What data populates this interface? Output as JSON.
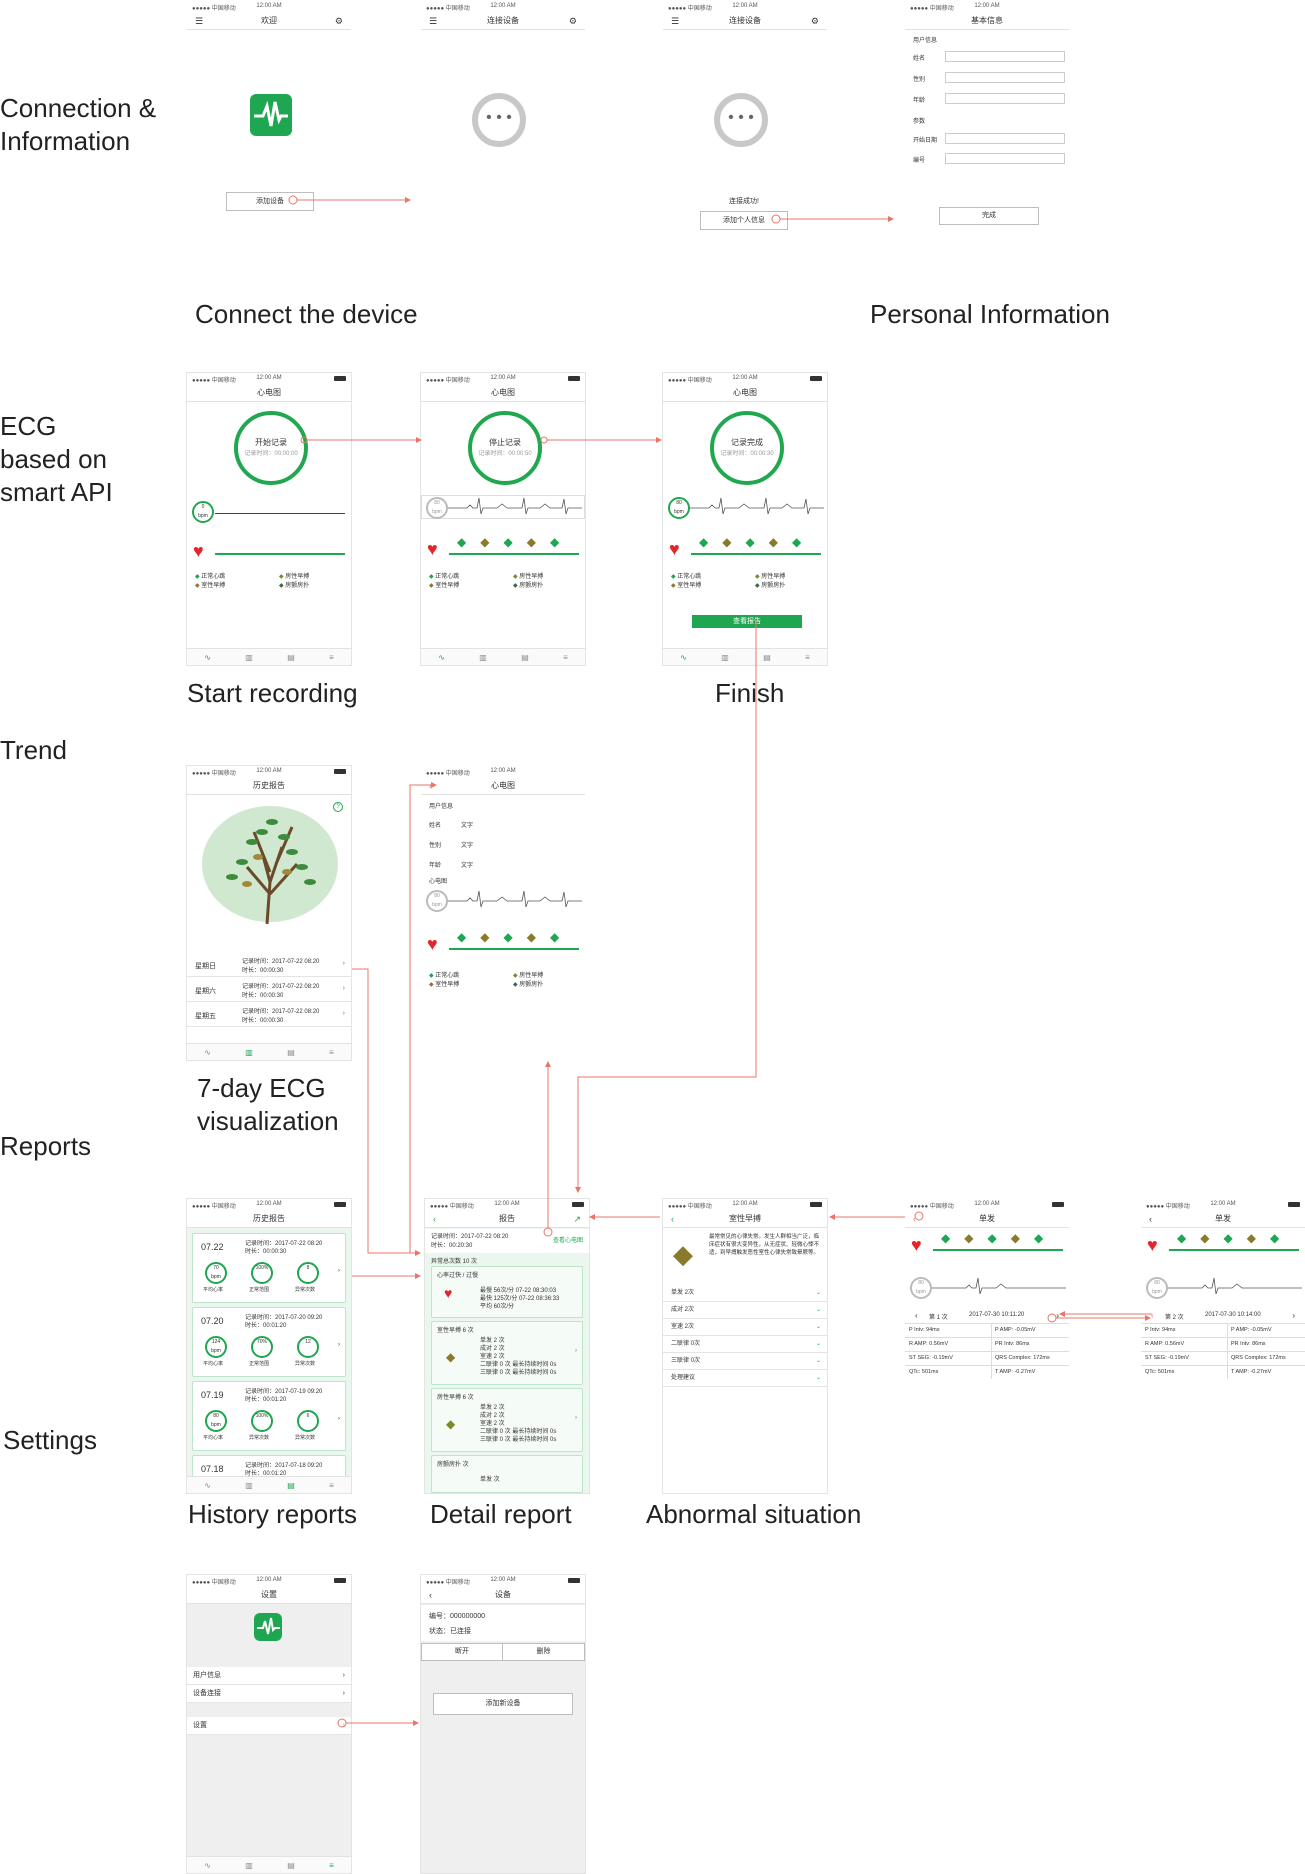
{
  "status_bar": {
    "carrier": "●●●●● 中国移动",
    "time": "12:00 AM"
  },
  "sections": {
    "connection": "Connection &\nInformation",
    "ecg": "ECG\nbased on\nsmart API",
    "trend": "Trend",
    "reports": "Reports",
    "settings": "Settings"
  },
  "captions": {
    "connect": "Connect the device",
    "personal": "Personal Information",
    "start": "Start recording",
    "finish": "Finish",
    "seven_day": "7-day ECG\nvisualization",
    "history": "History reports",
    "detail": "Detail report",
    "abnormal": "Abnormal situation"
  },
  "screens": {
    "welcome": {
      "title": "欢迎",
      "button": "添加设备"
    },
    "connecting": {
      "title": "连接设备"
    },
    "connected": {
      "title": "连接设备",
      "status": "连接成功!",
      "button": "添加个人信息"
    },
    "basic_info": {
      "title": "基本信息",
      "group1": "用户信息",
      "name": "姓名",
      "gender": "性别",
      "age": "年龄",
      "group2": "参数",
      "start_date": "开始日期",
      "code": "编号",
      "done": "完成"
    },
    "ecg_start": {
      "title": "心电图",
      "ring_main": "开始记录",
      "ring_sub": "记录时间：00:00:00",
      "bpm": "0\nbpm"
    },
    "ecg_stop": {
      "title": "心电图",
      "ring_main": "停止记录",
      "ring_sub": "记录时间：00:00:50",
      "bpm": "80\nbpm"
    },
    "ecg_done": {
      "title": "心电图",
      "ring_main": "记录完成",
      "ring_sub": "记录时间：00:00:30",
      "bpm": "80\nbpm",
      "button": "查看报告"
    },
    "legend": [
      "正常心跳",
      "室性早搏",
      "房性早搏",
      "房颤房扑"
    ],
    "trend": {
      "title": "历史报告",
      "rows": [
        {
          "day": "星期日",
          "time": "记录时间：2017-07-22 08:20",
          "dur": "时长：00:00:30"
        },
        {
          "day": "星期六",
          "time": "记录时间：2017-07-22 08:20",
          "dur": "时长：00:00:30"
        },
        {
          "day": "星期五",
          "time": "记录时间：2017-07-22 08:20",
          "dur": "时长：00:00:30"
        }
      ]
    },
    "user_ecg": {
      "title": "心电图",
      "group": "用户信息",
      "name": "姓名",
      "gender": "性别",
      "age": "年龄",
      "value": "文字",
      "ecg": "心电图",
      "bpm": "80\nbpm"
    },
    "history": {
      "title": "历史报告",
      "items": [
        {
          "date": "07.22",
          "time": "记录时间：2017-07-22 08:20",
          "dur": "时长：00:00:30",
          "c1": "70\nbpm",
          "c2": "100%",
          "c3": "8",
          "l1": "平均心率",
          "l2": "正常范围",
          "l3": "异常次数"
        },
        {
          "date": "07.20",
          "time": "记录时间：2017-07-20 09:20",
          "dur": "时长：00:01:20",
          "c1": "124\nbpm",
          "c2": "70%",
          "c3": "12",
          "l1": "平均心率",
          "l2": "正常范围",
          "l3": "异常次数"
        },
        {
          "date": "07.19",
          "time": "记录时间：2017-07-19 09:20",
          "dur": "时长：00:01:20",
          "c1": "80\nbpm",
          "c2": "100%",
          "c3": "6",
          "l1": "平均心率",
          "l2": "异常次数",
          "l3": "异常次数"
        },
        {
          "date": "07.18",
          "time": "记录时间：2017-07-18 09:20",
          "dur": "时长：00:01:20"
        }
      ]
    },
    "detail": {
      "title": "报告",
      "time": "记录时间：2017-07-22 08:20",
      "dur": "时长：00:20:30",
      "link": "查看心电图",
      "abnormal_total": "异常总次数 10 次",
      "card1_title": "心率过快 / 过慢",
      "card1_l1": "最慢 56次/分   07-22 08:30:03",
      "card1_l2": "最快 125次/分 07-22 08:36:33",
      "card1_l3": "平均 60次/分",
      "card2_title": "室性早搏 6 次",
      "card2_lines": [
        "单发 2 次",
        "成对 2 次",
        "室速 2 次",
        "二联律 0 次  最长持续时间 0s",
        "三联律 0 次  最长持续时间 0s"
      ],
      "card3_title": "房性早搏 6 次",
      "card3_lines": [
        "单发 2 次",
        "成对 2 次",
        "室速 2 次",
        "二联律 0 次  最长持续时间 0s",
        "三联律 0 次  最长持续时间 0s"
      ],
      "card4_title": "房颤房扑   次",
      "card4_line": "单发     次"
    },
    "abnormal": {
      "title": "室性早搏",
      "desc": "最常常见的心律失常。发生人群相当广泛，临床症状有很大变异性，从无症状、轻微心悸不适，到早搏触发恶性室性心律失常致晕厥等。",
      "rows": [
        "单发 2次",
        "成对 2次",
        "室速 2次",
        "二联律 0次",
        "三联律 0次",
        "处理建议"
      ]
    },
    "single1": {
      "title": "单发",
      "nav": "第 1 次",
      "time": "2017-07-30   10:11:20"
    },
    "single2": {
      "title": "单发",
      "nav": "第 2 次",
      "time": "2017-07-30   10:14:00"
    },
    "params": [
      [
        "P Intv: 94ms",
        "P AMP: -0.05mV"
      ],
      [
        "R AMP: 0.56mV",
        "PR Intv: 86ms"
      ],
      [
        "ST SEG: -0.19mV",
        "QRS Complex: 172ms"
      ],
      [
        "QTc: 501ms",
        "T AMP: -0.27mV"
      ]
    ],
    "settings": {
      "title": "设置",
      "items": [
        "用户信息",
        "设备连接",
        "设置"
      ]
    },
    "device": {
      "title": "设备",
      "code": "编号：000000000",
      "status": "状态：已连接",
      "disconnect": "断开",
      "delete": "删除",
      "add": "添加新设备"
    }
  },
  "colors": {
    "green": "#1fa651",
    "arrow": "#e8746a"
  }
}
